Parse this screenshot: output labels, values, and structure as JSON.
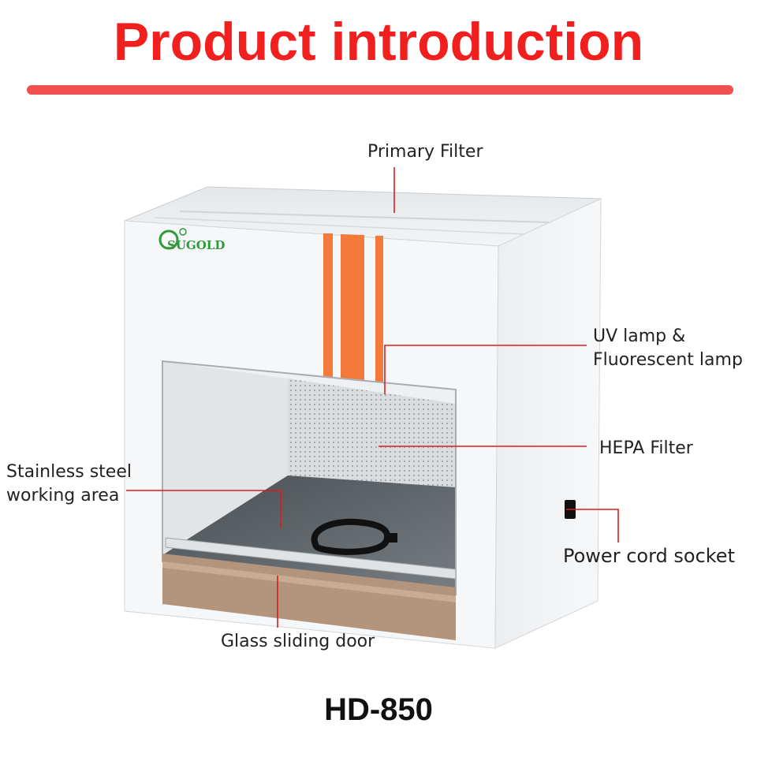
{
  "header": {
    "title": "Product introduction"
  },
  "product": {
    "brand_logo_text": "SUGOLD",
    "model": "HD-850"
  },
  "callouts": {
    "primary_filter": "Primary Filter",
    "uv_lamp_line1": "UV lamp &",
    "uv_lamp_line2": "Fluorescent lamp",
    "hepa_filter": "HEPA Filter",
    "working_area_line1": "Stainless steel",
    "working_area_line2": "working area",
    "power_socket": "Power cord socket",
    "glass_door": "Glass sliding door"
  },
  "colors": {
    "title": "#f21f1f",
    "rule": "#f0504e",
    "leader_line": "#d81e1e",
    "lamp_stripe": "#f47a3c",
    "logo": "#2f9a3a"
  }
}
